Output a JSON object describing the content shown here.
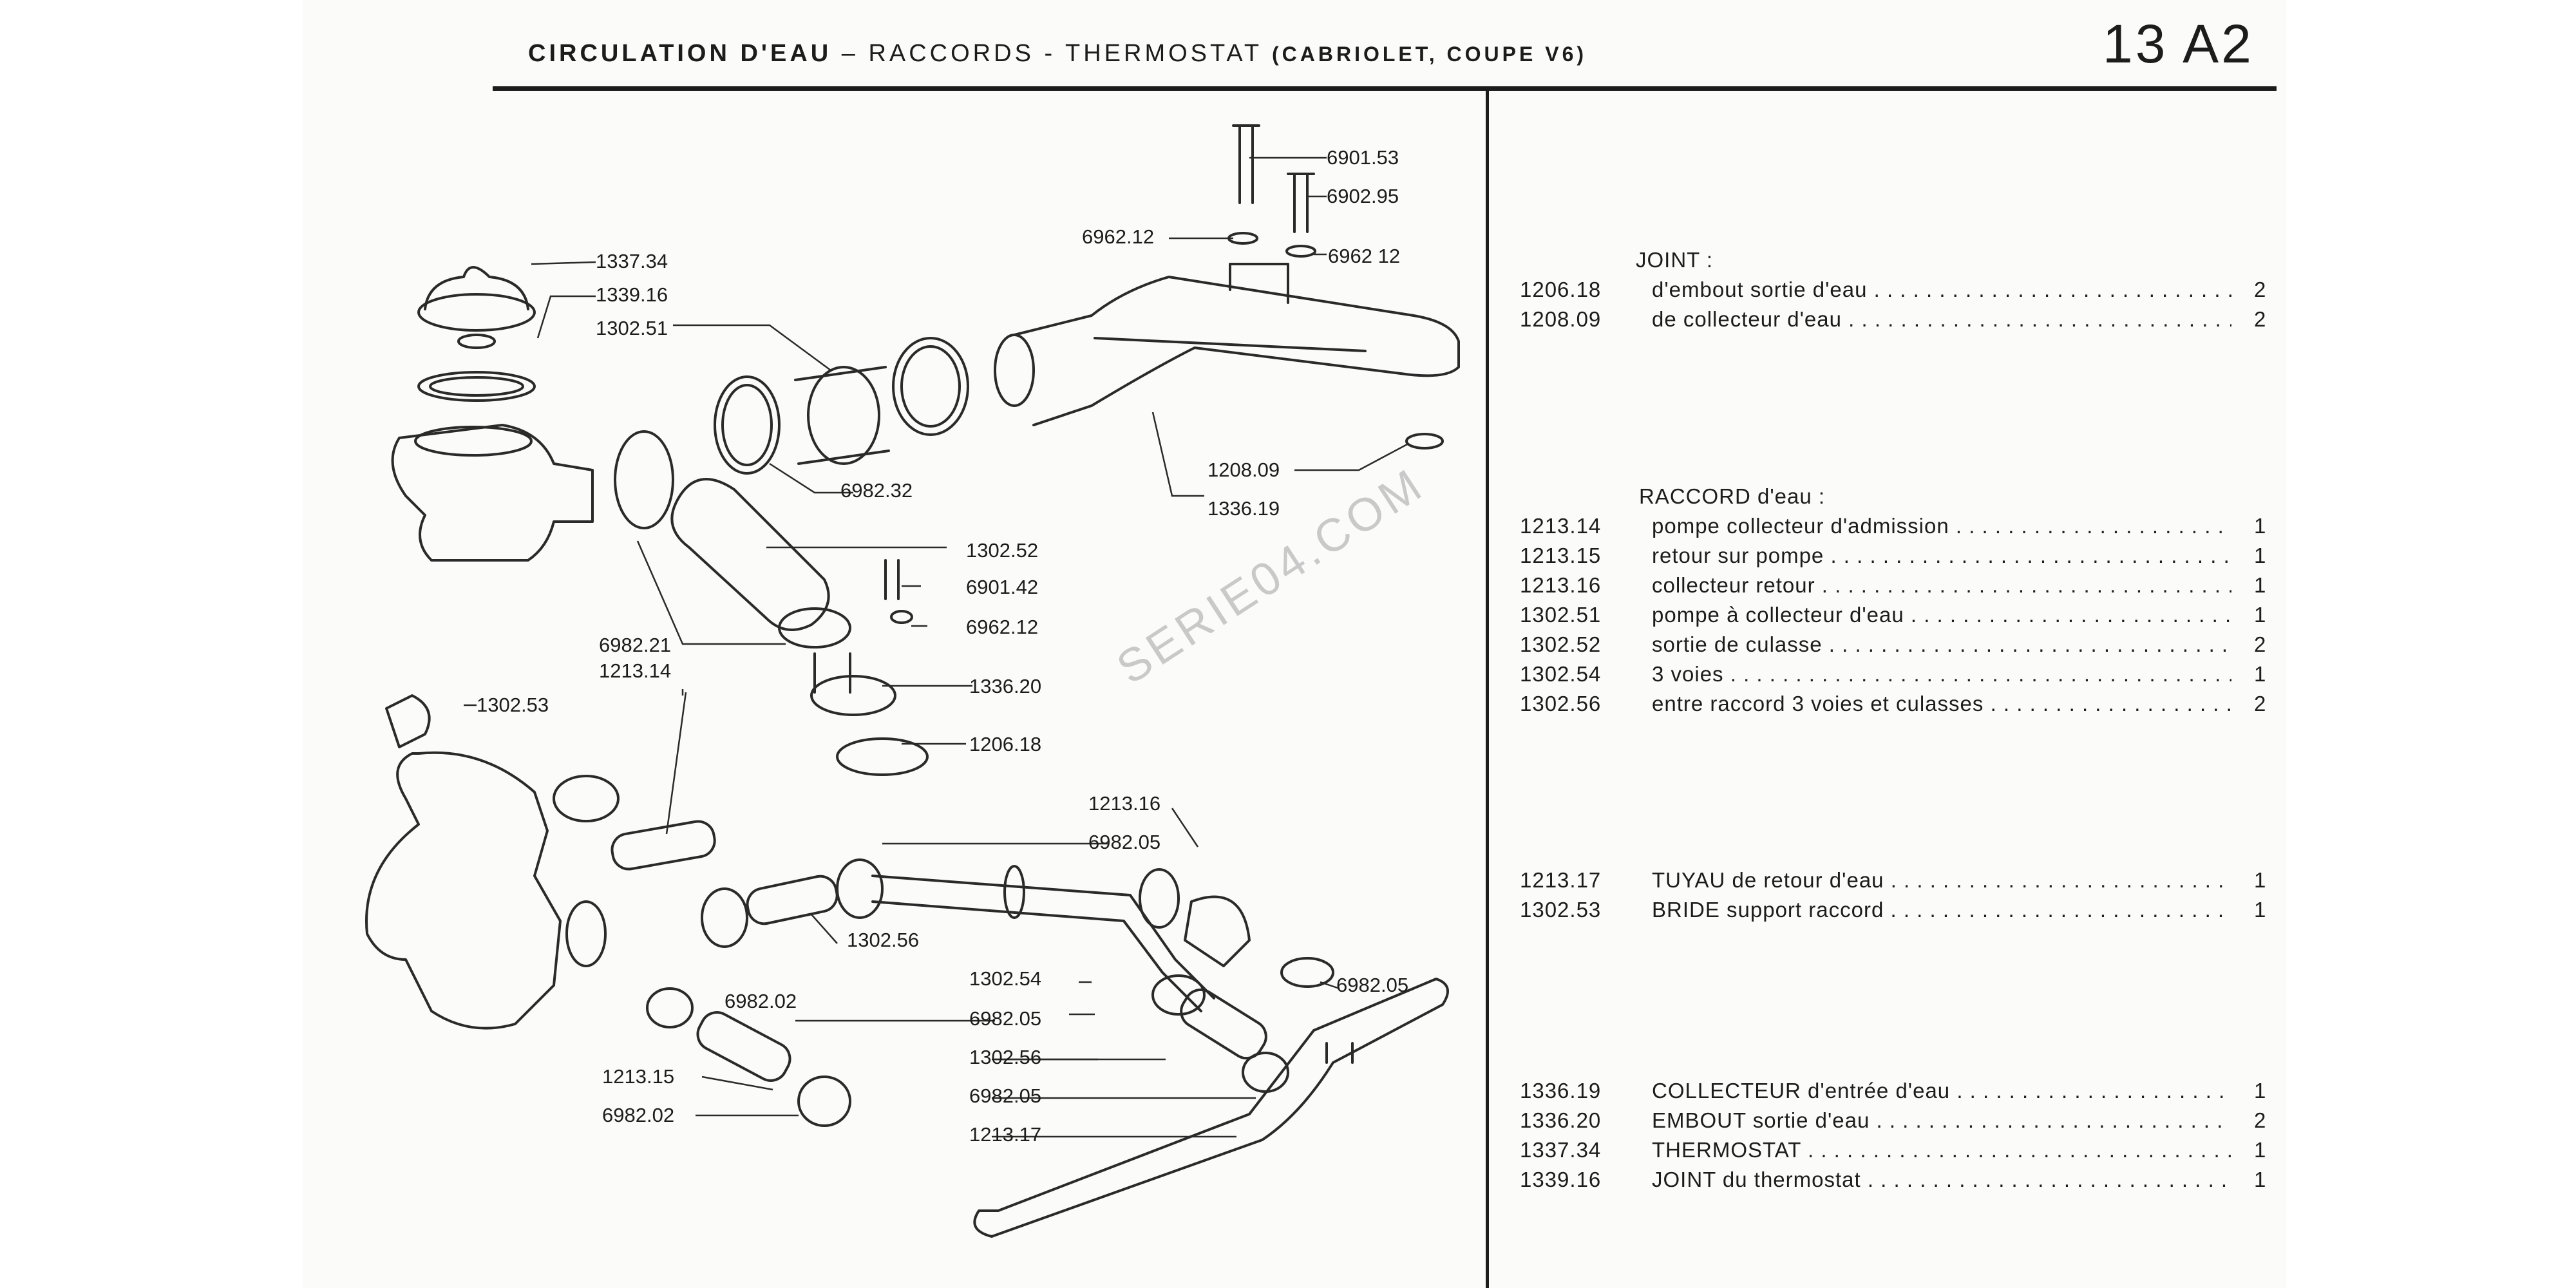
{
  "header": {
    "title_main": "CIRCULATION D'EAU",
    "title_rest": " – RACCORDS - THERMOSTAT ",
    "title_paren": "(CABRIOLET, COUPE V6)",
    "page_number": "13 A2"
  },
  "watermark": "SERIE04.COM",
  "diagram_labels": [
    "6901.53",
    "6902.95",
    "6962.12",
    "6962 12",
    "1337.34",
    "1339.16",
    "1302.51",
    "1208.09",
    "6982.32",
    "1336.19",
    "1302.52",
    "6901.42",
    "6962.12",
    "6982.21",
    "1213.14",
    "1336.20",
    "1302.53",
    "1206.18",
    "1213.16",
    "6982.05",
    "1302.56",
    "1302.54",
    "6982.05",
    "6982.02",
    "6982.05",
    "1302.56",
    "6982.05",
    "1213.15",
    "1213.17",
    "6982.02"
  ],
  "groups": [
    {
      "heading": "JOINT :",
      "items": [
        {
          "ref": "1206.18",
          "desc": "d'embout sortie d'eau",
          "qty": "2"
        },
        {
          "ref": "1208.09",
          "desc": "de collecteur d'eau",
          "qty": "2"
        }
      ]
    },
    {
      "heading": "RACCORD d'eau :",
      "items": [
        {
          "ref": "1213.14",
          "desc": "pompe collecteur d'admission .",
          "qty": "1"
        },
        {
          "ref": "1213.15",
          "desc": "retour sur pompe",
          "qty": "1"
        },
        {
          "ref": "1213.16",
          "desc": "collecteur retour",
          "qty": "1"
        },
        {
          "ref": "1302.51",
          "desc": "pompe à collecteur d'eau",
          "qty": "1"
        },
        {
          "ref": "1302.52",
          "desc": "sortie de culasse .",
          "qty": "2"
        },
        {
          "ref": "1302.54",
          "desc": "3 voies",
          "qty": "1"
        },
        {
          "ref": "1302.56",
          "desc": "entre raccord 3 voies et culasses .",
          "qty": "2"
        }
      ]
    },
    {
      "heading": "",
      "items": [
        {
          "ref": "1213.17",
          "desc": "TUYAU de retour d'eau",
          "qty": "1"
        },
        {
          "ref": "1302.53",
          "desc": "BRIDE support raccord",
          "qty": "1"
        }
      ]
    },
    {
      "heading": "",
      "items": [
        {
          "ref": "1336.19",
          "desc": "COLLECTEUR d'entrée d'eau",
          "qty": "1"
        },
        {
          "ref": "1336.20",
          "desc": "EMBOUT sortie d'eau",
          "qty": "2"
        },
        {
          "ref": "1337.34",
          "desc": "THERMOSTAT",
          "qty": "1"
        },
        {
          "ref": "1339.16",
          "desc": "JOINT du thermostat",
          "qty": "1"
        }
      ]
    }
  ]
}
